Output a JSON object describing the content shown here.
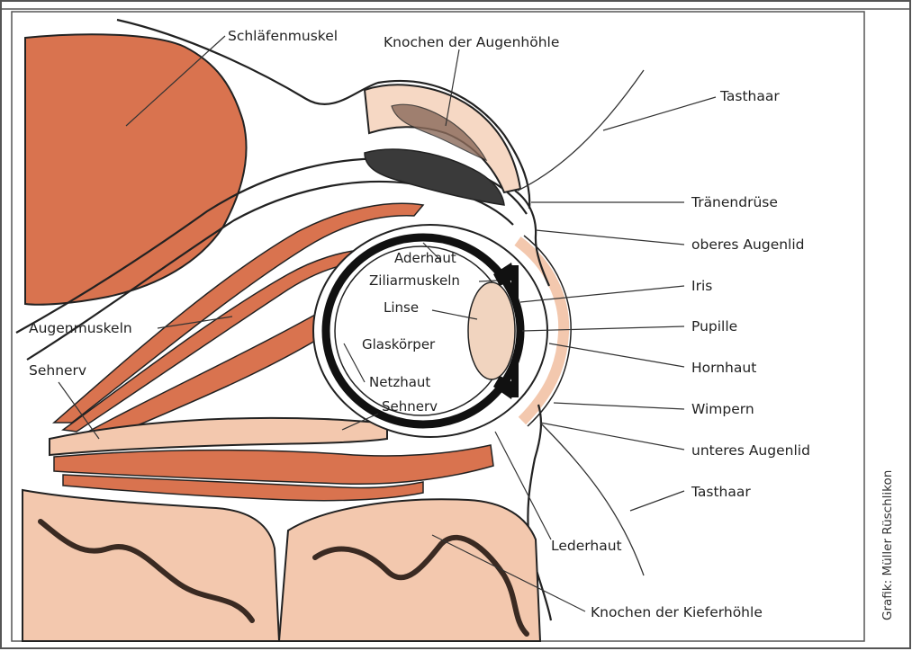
{
  "colors": {
    "muscle": "#d9734f",
    "muscle_dark": "#b8553a",
    "skin": "#f3c8ae",
    "bone_pale": "#f6d8c4",
    "lens": "#f1d4bf",
    "ink": "#222222",
    "frame": "#555555"
  },
  "labels": {
    "schlaefenmuskel": "Schläfenmuskel",
    "knochen_augenhoehle": "Knochen der Augenhöhle",
    "tasthaar_oben": "Tasthaar",
    "traenendruese": "Tränendrüse",
    "oberes_augenlid": "oberes Augenlid",
    "iris": "Iris",
    "pupille": "Pupille",
    "hornhaut": "Hornhaut",
    "wimpern": "Wimpern",
    "unteres_augenlid": "unteres Augenlid",
    "tasthaar_unten": "Tasthaar",
    "lederhaut": "Lederhaut",
    "knochen_kieferhoehle": "Knochen der Kieferhöhle",
    "aderhaut": "Aderhaut",
    "ziliarmuskeln": "Ziliarmuskeln",
    "linse": "Linse",
    "glaskoerper": "Glaskörper",
    "netzhaut": "Netzhaut",
    "sehnerv_innen": "Sehnerv",
    "augenmuskeln": "Augenmuskeln",
    "sehnerv_aussen": "Sehnerv"
  },
  "credit": "Grafik: Müller Rüschlikon"
}
